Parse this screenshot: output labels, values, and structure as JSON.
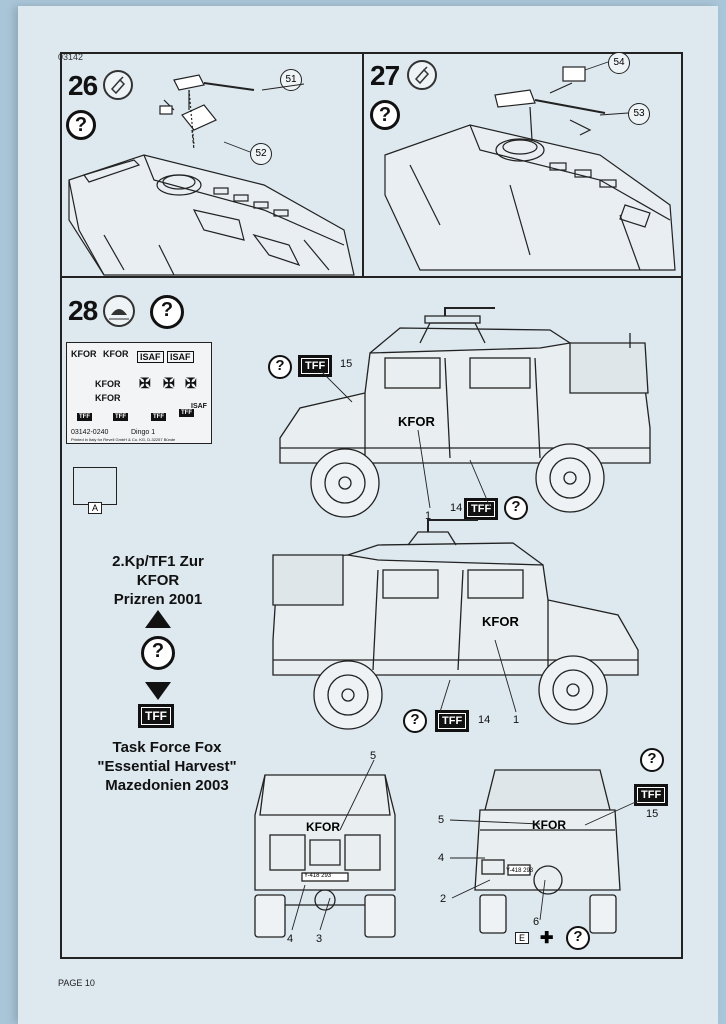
{
  "page": {
    "code": "03142",
    "footer": "PAGE 10"
  },
  "steps": [
    {
      "number": "26",
      "parts": [
        "51",
        "52"
      ]
    },
    {
      "number": "27",
      "parts": [
        "54",
        "53"
      ]
    },
    {
      "number": "28"
    }
  ],
  "decal_sheet": {
    "kfor_labels": [
      "KFOR",
      "KFOR",
      "KFOR",
      "KFOR"
    ],
    "isaf_labels": [
      "ISAF",
      "ISAF",
      "ISAF"
    ],
    "tff_labels": [
      "TFF",
      "TFF",
      "TFF",
      "TFF"
    ],
    "code": "03142-0240",
    "name": "Dingo 1",
    "imprint": "Printed in Italy for Revell GmbH & Co. KG, D-32257 Bünde"
  },
  "paint_ref": "A",
  "side_view_top": {
    "tff_label": "TFF",
    "tff_number": "15",
    "kfor_text": "KFOR",
    "callout_1": "1",
    "tff14_label": "TFF",
    "tff14_number": "14"
  },
  "caption_1": {
    "line1": "2.Kp/TF1 Zur",
    "line2": "KFOR",
    "line3": "Prizren 2001"
  },
  "caption_tff": "TFF",
  "caption_2": {
    "line1": "Task Force Fox",
    "line2": "\"Essential Harvest\"",
    "line3": "Mazedonien  2003"
  },
  "side_view_bottom": {
    "kfor_text": "KFOR",
    "tff_label": "TFF",
    "tff_number": "14",
    "callout_1": "1"
  },
  "front_view": {
    "kfor_text": "KFOR",
    "plate": "Y-418 293",
    "callouts": [
      "5",
      "4",
      "3"
    ]
  },
  "rear_view": {
    "kfor_text": "KFOR",
    "plate": "Y-418 293",
    "tff_label": "TFF",
    "tff_number": "15",
    "callouts": [
      "5",
      "4",
      "2",
      "6"
    ],
    "paint_ref": "E"
  },
  "question_mark": "?"
}
